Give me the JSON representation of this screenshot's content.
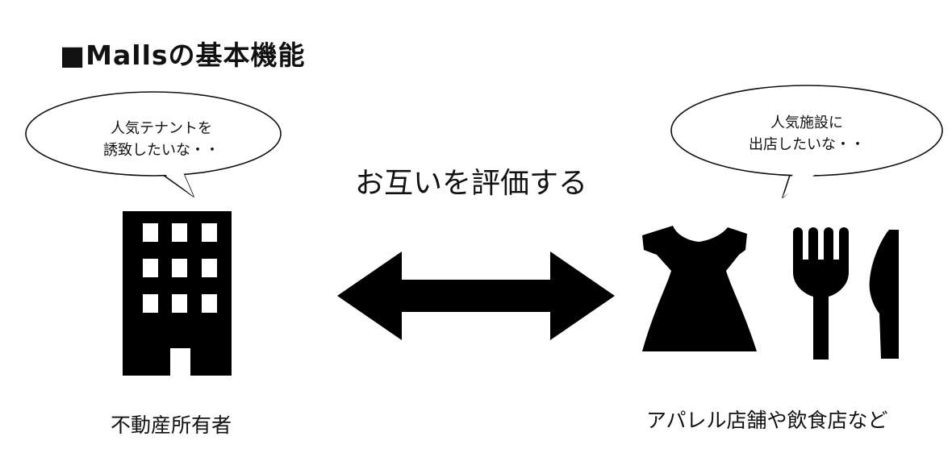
{
  "title": "■Mallsの基本機能",
  "left_party": {
    "speech": [
      "人気テナントを",
      "誘致したいな・・"
    ],
    "label": "不動産所有者",
    "icon": "office-building-icon"
  },
  "right_party": {
    "speech": [
      "人気施設に",
      "出店したいな・・"
    ],
    "label": "アパレル店舗や飲食店など",
    "icons": [
      "dress-icon",
      "fork-icon",
      "knife-icon"
    ]
  },
  "relation": {
    "label": "お互いを評価する",
    "icon": "double-arrow-icon"
  }
}
